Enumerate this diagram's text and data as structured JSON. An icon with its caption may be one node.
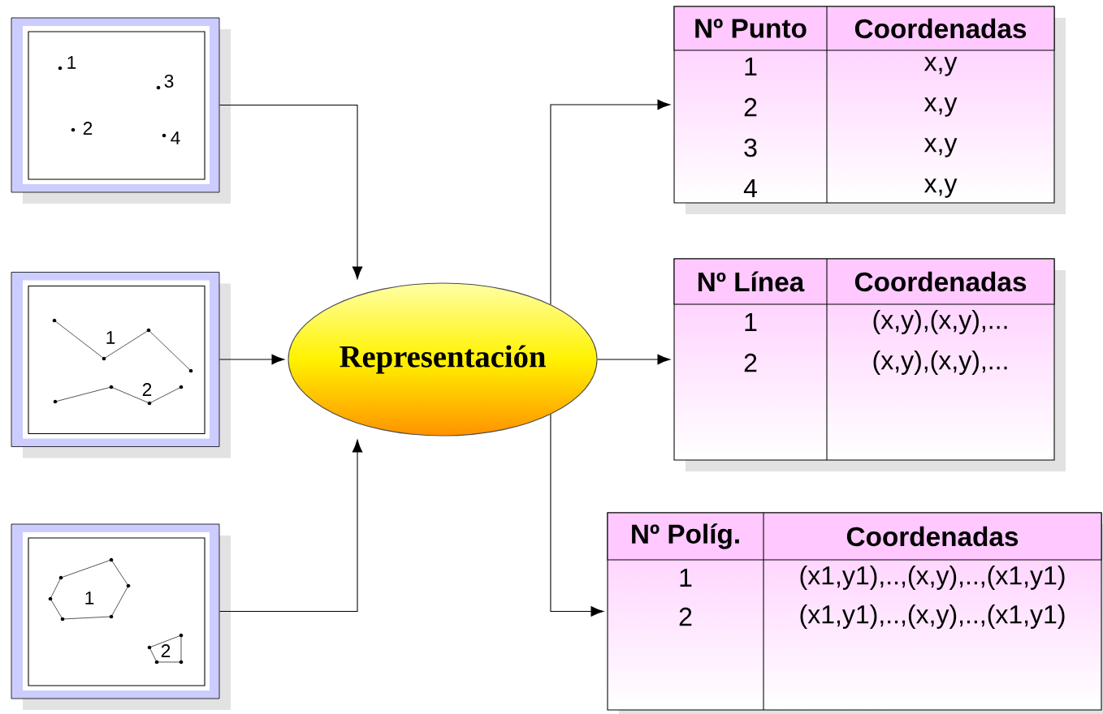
{
  "diagram": {
    "nodes": [
      {
        "text": [
          "1",
          "2",
          "3",
          "4"
        ]
      },
      {
        "text": [
          "1",
          "2"
        ]
      },
      {
        "text": [
          "1",
          "2"
        ]
      },
      {
        "text": [
          "Representación"
        ]
      },
      {
        "text": [
          "Nº Punto",
          "Coordenadas",
          "1",
          "x,y",
          "2",
          "x,y",
          "3",
          "x,y",
          "4",
          "x,y"
        ]
      },
      {
        "text": [
          "Nº Línea",
          "Coordenadas",
          "1",
          "(x,y),(x,y),...",
          "2",
          "(x,y),(x,y),..."
        ]
      },
      {
        "text": [
          "Nº Políg.",
          "Coordenadas",
          "1",
          "(x1,y1),..,(x,y),..,(x1,y1)",
          "2",
          "(x1,y1),..,(x,y),..,(x1,y1)"
        ]
      }
    ],
    "edges": [
      {
        "from": 0,
        "to": 3,
        "arrow": "to"
      },
      {
        "from": 1,
        "to": 3,
        "arrow": "to"
      },
      {
        "from": 2,
        "to": 3,
        "arrow": "to"
      },
      {
        "from": 3,
        "to": 4,
        "arrow": "to"
      },
      {
        "from": 3,
        "to": 5,
        "arrow": "to"
      },
      {
        "from": 3,
        "to": 6,
        "arrow": "to"
      }
    ]
  }
}
